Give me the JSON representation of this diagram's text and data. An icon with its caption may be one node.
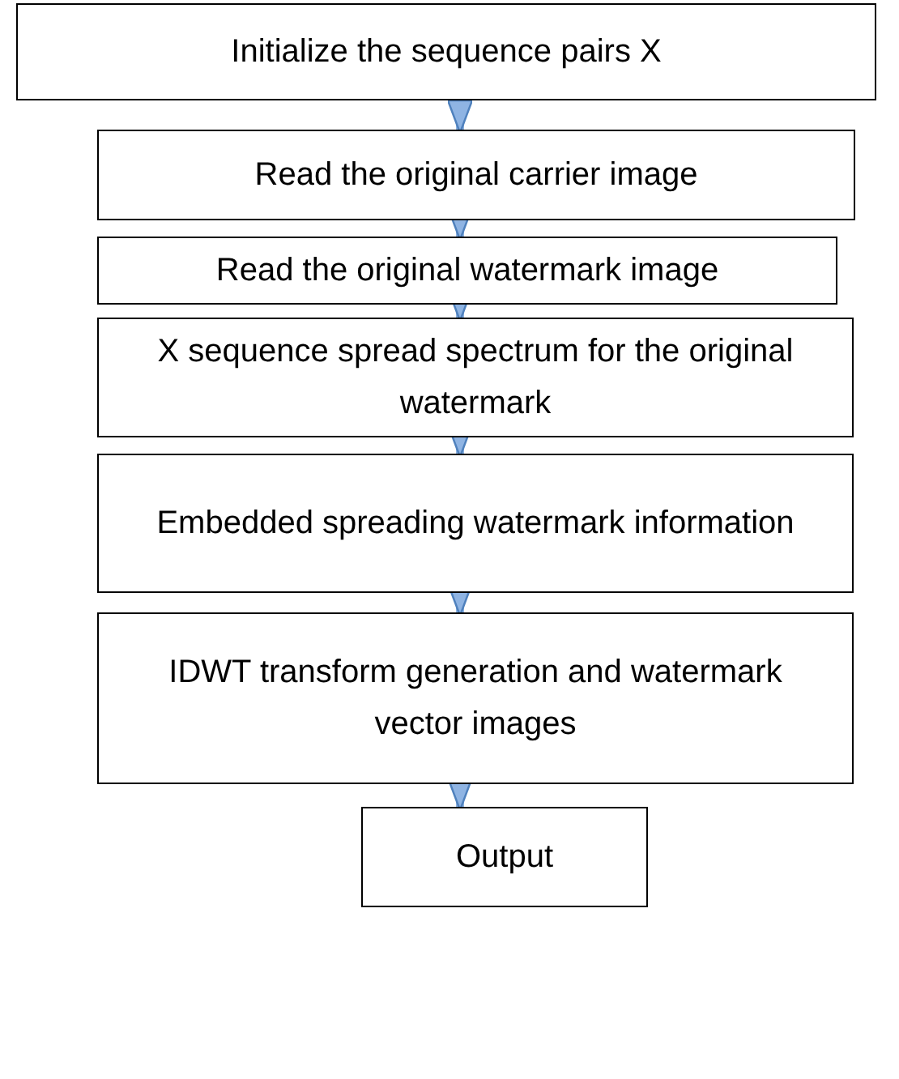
{
  "diagram": {
    "nodes": [
      {
        "text": [
          "Initialize  the sequence pairs X"
        ]
      },
      {
        "text": [
          "Read the original carrier image"
        ]
      },
      {
        "text": [
          "Read the original watermark image"
        ]
      },
      {
        "text": [
          "X sequence spread spectrum for the original watermark"
        ]
      },
      {
        "text": [
          "Embedded spreading watermark information"
        ]
      },
      {
        "text": [
          "IDWT transform generation and watermark vector images"
        ]
      },
      {
        "text": [
          "Output"
        ]
      }
    ],
    "edges": [
      {
        "from": 0,
        "to": 1,
        "arrow": "to"
      },
      {
        "from": 1,
        "to": 2,
        "arrow": "to"
      },
      {
        "from": 2,
        "to": 3,
        "arrow": "to"
      },
      {
        "from": 3,
        "to": 4,
        "arrow": "to"
      },
      {
        "from": 4,
        "to": 5,
        "arrow": "to"
      },
      {
        "from": 5,
        "to": 6,
        "arrow": "to"
      }
    ]
  }
}
